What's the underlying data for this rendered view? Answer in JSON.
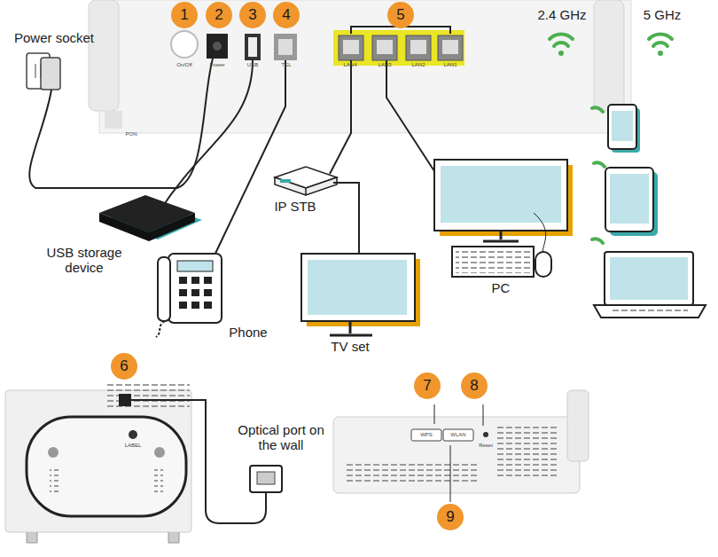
{
  "diagram": {
    "labels": [
      "Power socket",
      "1",
      "2",
      "3",
      "4",
      "5",
      "2.4 GHz",
      "5 GHz",
      "PON",
      "On/Off",
      "Power",
      "USB",
      "TEL",
      "LAN4",
      "LAN3",
      "LAN2",
      "LAN1",
      "USB storage device",
      "Phone",
      "IP STB",
      "TV set",
      "PC",
      "6",
      "LABEL",
      "Optical port on the wall",
      "7",
      "8",
      "WPS",
      "WLAN",
      "Reset",
      "9"
    ]
  }
}
